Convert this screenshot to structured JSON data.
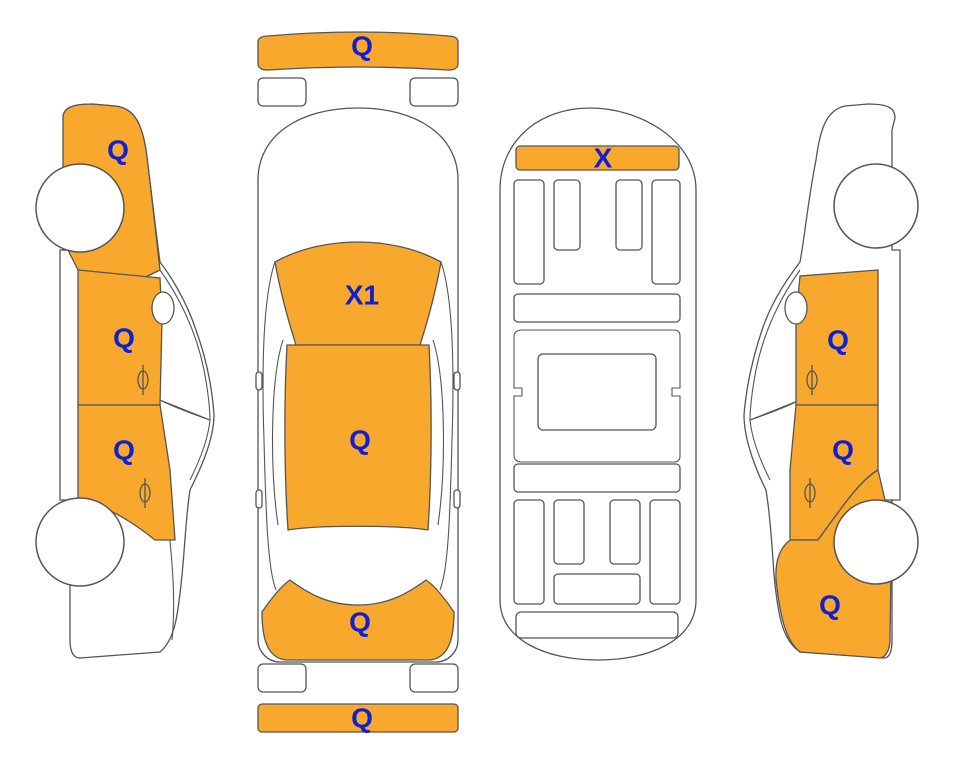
{
  "colors": {
    "damage_fill": "#F9A82E",
    "label": "#1020D0",
    "outline": "#555555"
  },
  "panels": {
    "front_bumper": "Q",
    "hood": "X1",
    "roof": "Q",
    "trunk_lid": "Q",
    "rear_bumper": "Q",
    "underbody_front": "X",
    "left_front_fender": "Q",
    "left_front_door": "Q",
    "left_rear_door": "Q",
    "right_front_door": "Q",
    "right_rear_door": "Q",
    "right_rear_quarter": "Q"
  }
}
